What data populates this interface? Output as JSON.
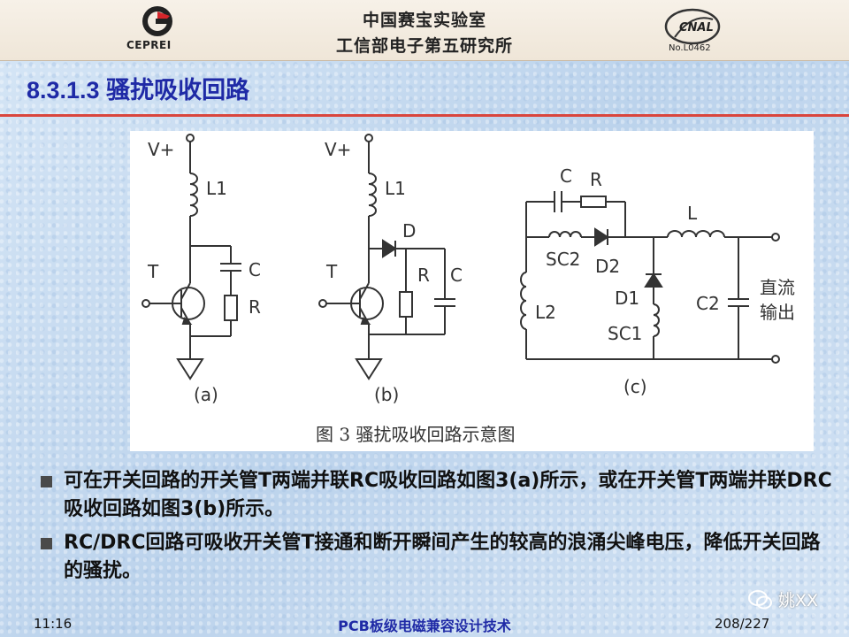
{
  "header": {
    "left_logo_text": "CEPREI",
    "org_line1": "中国赛宝实验室",
    "org_line2": "工信部电子第五研究所",
    "right_logo_text": "CNAL",
    "right_logo_no": "No.L0462"
  },
  "slide": {
    "title": "8.3.1.3 骚扰吸收回路"
  },
  "diagram": {
    "labels": {
      "vplus": "V+",
      "l1": "L1",
      "c": "C",
      "r": "R",
      "t": "T",
      "d": "D",
      "l": "L",
      "sc2": "SC2",
      "d2": "D2",
      "d1": "D1",
      "l2": "L2",
      "sc1": "SC1",
      "c2": "C2",
      "out1": "直流",
      "out2": "输出",
      "a": "(a)",
      "b": "(b)",
      "cc": "(c)"
    },
    "caption": "图 3  骚扰吸收回路示意图"
  },
  "bullets": [
    "可在开关回路的开关管T两端并联RC吸收回路如图3(a)所示，或在开关管T两端并联DRC吸收回路如图3(b)所示。",
    "RC/DRC回路可吸收开关管T接通和断开瞬间产生的较高的浪涌尖峰电压，降低开关回路的骚扰。"
  ],
  "footer": {
    "time": "11:16",
    "title": "PCB板级电磁兼容设计技术",
    "page": "208/227",
    "watermark": "姚XX"
  }
}
